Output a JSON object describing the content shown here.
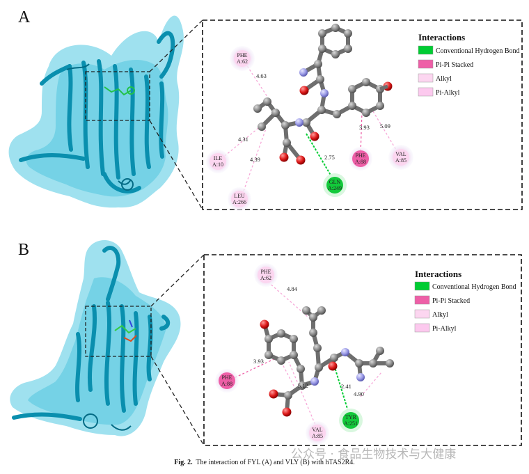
{
  "panels": [
    {
      "letter": "A",
      "legend": {
        "title": "Interactions",
        "items": [
          {
            "label": "Conventional Hydrogen Bond",
            "color": "#00cc33"
          },
          {
            "label": "Pi-Pi Stacked",
            "color": "#ee5fa7"
          },
          {
            "label": "Alkyl",
            "color": "#fcd6f0"
          },
          {
            "label": "Pi-Alkyl",
            "color": "#fcc9ee"
          }
        ]
      },
      "residues": [
        {
          "line1": "PHE",
          "line2": "A:62"
        },
        {
          "line1": "ILE",
          "line2": "A:10"
        },
        {
          "line1": "LEU",
          "line2": "A:266"
        },
        {
          "line1": "GLN",
          "line2": "A:249"
        },
        {
          "line1": "PHE",
          "line2": "A:88"
        },
        {
          "line1": "VAL",
          "line2": "A:85"
        }
      ],
      "distances": [
        "4.63",
        "4.31",
        "4.39",
        "2.75",
        "3.93",
        "5.09"
      ]
    },
    {
      "letter": "B",
      "legend": {
        "title": "Interactions",
        "items": [
          {
            "label": "Conventional Hydrogen Bond",
            "color": "#00cc33"
          },
          {
            "label": "Pi-Pi Stacked",
            "color": "#ee5fa7"
          },
          {
            "label": "Alkyl",
            "color": "#fcd6f0"
          },
          {
            "label": "Pi-Alkyl",
            "color": "#fcc9ee"
          }
        ]
      },
      "residues": [
        {
          "line1": "PHE",
          "line2": "A:62"
        },
        {
          "line1": "PHE",
          "line2": "A:88"
        },
        {
          "line1": "VAL",
          "line2": "A:85"
        },
        {
          "line1": "TYR",
          "line2": "A:251"
        }
      ],
      "distances": [
        "4.84",
        "3.93",
        "5.12",
        "2.41",
        "4.90"
      ]
    }
  ],
  "caption": {
    "prefix": "Fig. 2.",
    "text": "The interaction of FYL (A) and VLY (B) with hTAS2R4."
  },
  "watermark": "公众号 · 食品生物技术与大健康"
}
